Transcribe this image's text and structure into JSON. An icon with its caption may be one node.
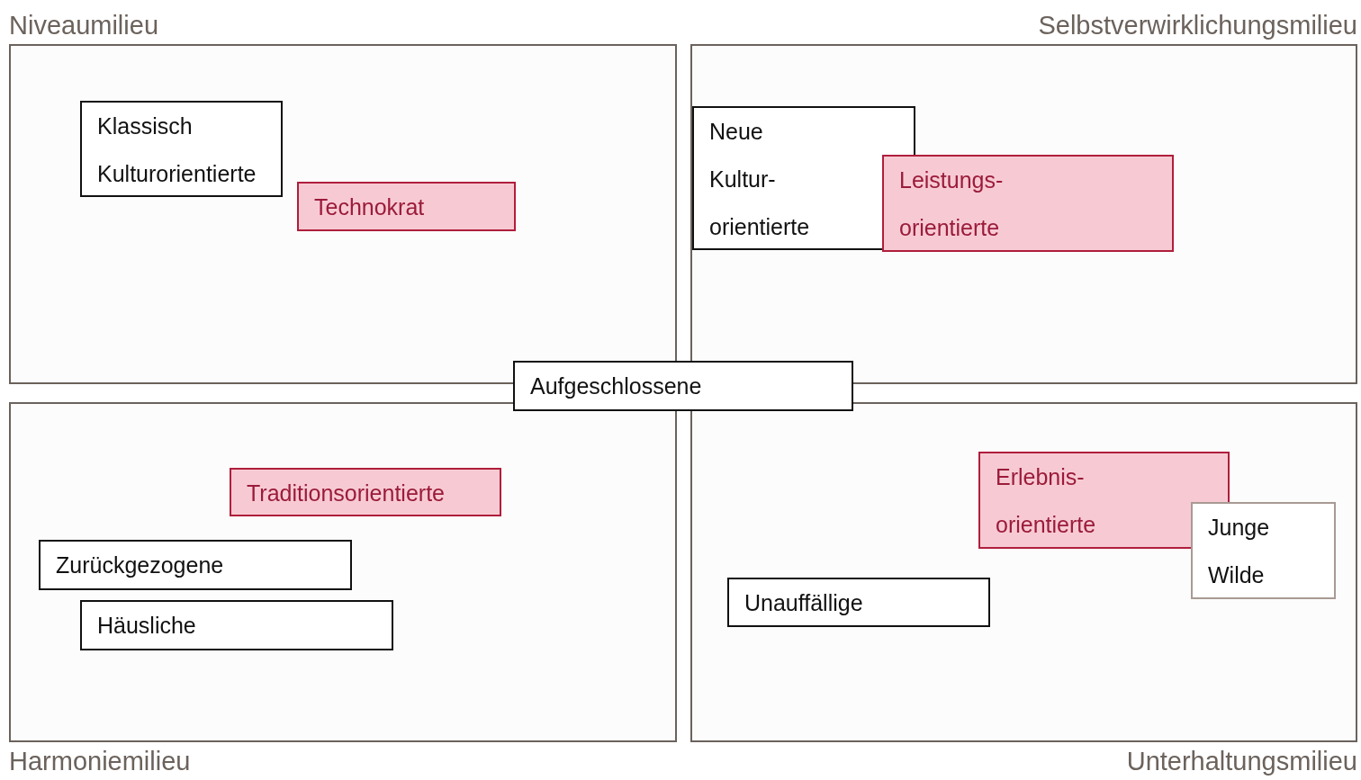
{
  "diagram": {
    "nodes": [
      {
        "text": [
          "Niveaumilieu"
        ]
      },
      {
        "text": [
          "Klassisch Kulturorientierte"
        ],
        "in": 0
      },
      {
        "text": [
          "Technokrat"
        ],
        "in": 0
      },
      {
        "text": [
          "Selbstverwirklichungsmilieu"
        ]
      },
      {
        "text": [
          "Neue Kultur- orientierte"
        ],
        "in": 3
      },
      {
        "text": [
          "Leistungs- orientierte"
        ],
        "in": 3
      },
      {
        "text": [
          "Aufgeschlossene"
        ]
      },
      {
        "text": [
          "Harmoniemilieu"
        ]
      },
      {
        "text": [
          "Traditionsorientierte"
        ],
        "in": 7
      },
      {
        "text": [
          "Zurückgezogene"
        ],
        "in": 7
      },
      {
        "text": [
          "Häusliche"
        ],
        "in": 7
      },
      {
        "text": [
          "Unterhaltungsmilieu"
        ]
      },
      {
        "text": [
          "Erlebnis- orientierte"
        ],
        "in": 11
      },
      {
        "text": [
          "Junge Wilde"
        ],
        "in": 11
      },
      {
        "text": [
          "Unauffällige"
        ],
        "in": 11
      }
    ]
  }
}
